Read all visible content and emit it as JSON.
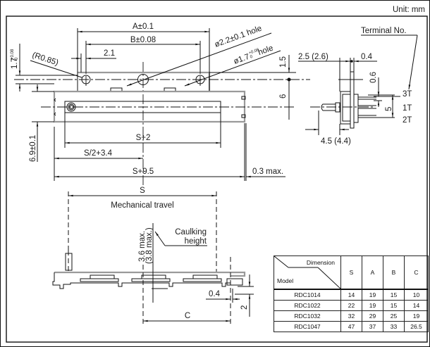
{
  "unit_label": "Unit: mm",
  "top_view": {
    "dim_a": "A±0.1",
    "dim_b": "B±0.08",
    "dim_2_1": "2.1",
    "radius": "(R0.85)",
    "tol_1_7": "1.7",
    "tol_1_7_sup": "+0.08",
    "tol_1_7_sub": "0",
    "hole_22": "ø2.2±0.1 hole",
    "hole_17": "ø1.7",
    "hole_17_sup": "+0.08",
    "hole_17_sub": "0",
    "hole_17_suffix": "hole",
    "dim_1_5": "1.5",
    "dim_6": "6",
    "dim_6_9": "6.9±0.1",
    "dim_s_plus_2": "S+2",
    "dim_s_half": "S/2+3.4",
    "dim_s_plus_9_5": "S+9.5",
    "dim_0_3_max": "0.3 max."
  },
  "end_view": {
    "terminal_no": "Terminal No.",
    "dim_2_5": "2.5 (2.6)",
    "dim_0_4": "0.4",
    "dim_0_6": "0.6",
    "dim_5": "5",
    "dim_4_5": "4.5 (4.4)",
    "terminals": [
      "3T",
      "1T",
      "2T"
    ]
  },
  "side_view": {
    "dim_s": "S",
    "mechanical_travel": "Mechanical travel",
    "dim_3_6": "3.6 max.",
    "dim_3_8": "(3.8 max.)",
    "caulking_1": "Caulking",
    "caulking_2": "height",
    "dim_0_4": "0.4",
    "dim_2": "2",
    "dim_c": "C"
  },
  "table": {
    "header_dimension": "Dimension",
    "header_model": "Model",
    "columns": [
      "S",
      "A",
      "B",
      "C"
    ],
    "rows": [
      {
        "model": "RDC1014",
        "values": [
          "14",
          "19",
          "15",
          "10"
        ]
      },
      {
        "model": "RDC1022",
        "values": [
          "22",
          "19",
          "15",
          "14"
        ]
      },
      {
        "model": "RDC1032",
        "values": [
          "32",
          "29",
          "25",
          "19"
        ]
      },
      {
        "model": "RDC1047",
        "values": [
          "47",
          "37",
          "33",
          "26.5"
        ]
      }
    ]
  }
}
